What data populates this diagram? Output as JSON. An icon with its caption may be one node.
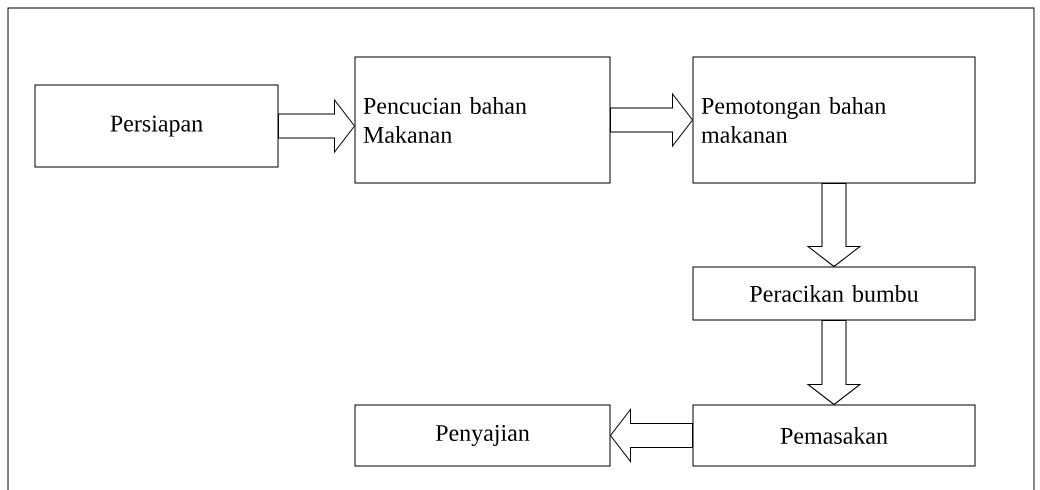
{
  "diagram": {
    "nodes": [
      {
        "text": [
          "Persiapan"
        ]
      },
      {
        "text": [
          "Pencucian bahan Makanan"
        ]
      },
      {
        "text": [
          "Pemotongan bahan makanan"
        ]
      },
      {
        "text": [
          "Peracikan bumbu"
        ]
      },
      {
        "text": [
          "Pemasakan"
        ]
      },
      {
        "text": [
          "Penyajian"
        ]
      }
    ],
    "edges": [
      {
        "from": 0,
        "to": 1,
        "arrow": "to"
      },
      {
        "from": 1,
        "to": 2,
        "arrow": "to"
      },
      {
        "from": 2,
        "to": 3,
        "arrow": "to"
      },
      {
        "from": 3,
        "to": 4,
        "arrow": "to"
      },
      {
        "from": 4,
        "to": 5,
        "arrow": "to"
      }
    ]
  }
}
